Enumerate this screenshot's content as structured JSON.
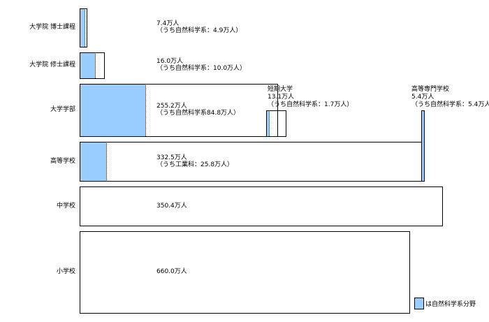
{
  "chart_data": {
    "type": "area",
    "title": "",
    "colors": {
      "highlight": "#99ccff",
      "box_border": "#000000",
      "background": "#ffffff"
    },
    "legend": {
      "label": "は自然科学系分野",
      "placement": "bottom-right"
    },
    "rows": [
      {
        "id": "doctoral",
        "label": "大学院 博士課程",
        "total": 7.4,
        "subset": 4.9,
        "value_text": "7.4万人",
        "subset_text": "（うち自然科学系：4.9万人）"
      },
      {
        "id": "masters",
        "label": "大学院 修士課程",
        "total": 16.0,
        "subset": 10.0,
        "value_text": "16.0万人",
        "subset_text": "（うち自然科学系：10.0万人）"
      },
      {
        "id": "university",
        "label": "大学学部",
        "total": 255.2,
        "subset": 84.8,
        "value_text": "255.2万人",
        "subset_text": "（うち自然科学系84.8万人）"
      },
      {
        "id": "high",
        "label": "高等学校",
        "total": 332.5,
        "subset": 25.8,
        "value_text": "332.5万人",
        "subset_text": "（うち工業科：25.8万人）"
      },
      {
        "id": "middle",
        "label": "中学校",
        "total": 350.4,
        "subset": null,
        "value_text": "350.4万人",
        "subset_text": ""
      },
      {
        "id": "elementary",
        "label": "小学校",
        "total": 660.0,
        "subset": null,
        "value_text": "660.0万人",
        "subset_text": ""
      }
    ],
    "side_items": [
      {
        "id": "junior_college",
        "label": "短期大学",
        "total": 13.1,
        "subset": 1.7,
        "value_text": "13.1万人",
        "subset_text": "（うち自然科学系：1.7万人）"
      },
      {
        "id": "technical_college",
        "label": "高等専門学校",
        "total": 5.4,
        "subset": 5.4,
        "value_text": "5.4万人",
        "subset_text": "（うち自然科学系：5.4万人）"
      }
    ]
  }
}
